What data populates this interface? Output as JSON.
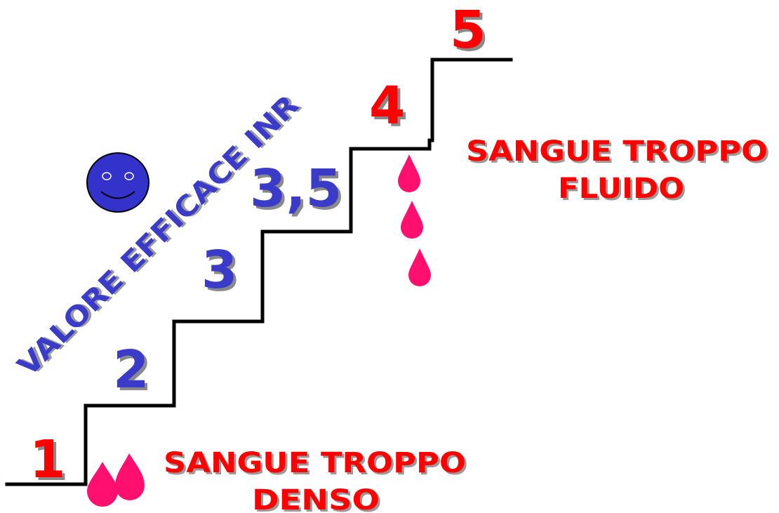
{
  "steps": [
    "1",
    "2",
    "3",
    "3,5",
    "4",
    "5"
  ],
  "effective_label": "VALORE EFFICACE INR",
  "thick_blood": {
    "line1": "SANGUE TROPPO",
    "line2": "DENSO"
  },
  "thin_blood": {
    "line1": "SANGUE TROPPO",
    "line2": "FLUIDO"
  },
  "colors": {
    "effective": "#3b3bc9",
    "warning": "#ff0000",
    "drop": "#ff0f6e",
    "smiley": "#3333cc"
  },
  "icons": [
    "smiley-face-icon",
    "blood-drop-icon"
  ]
}
